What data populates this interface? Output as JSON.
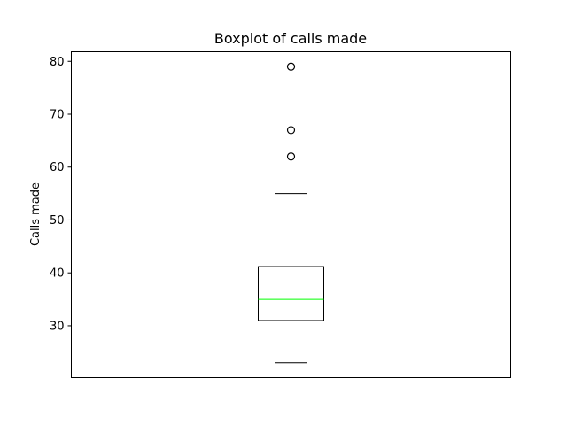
{
  "chart_data": {
    "type": "boxplot",
    "title": "Boxplot of calls made",
    "xlabel": "",
    "ylabel": "Calls made",
    "ylim": [
      20.2,
      81.8
    ],
    "yticks": [
      30,
      40,
      50,
      60,
      70,
      80
    ],
    "grid": false,
    "box": {
      "whisker_low": 23,
      "q1": 31,
      "median": 35,
      "q3": 41.2,
      "whisker_high": 55,
      "outliers": [
        62,
        67,
        79
      ]
    },
    "colors": {
      "box": "#000000",
      "median": "#00ff00",
      "outlier_edge": "#000000",
      "outlier_fill": "#ffffff"
    }
  }
}
